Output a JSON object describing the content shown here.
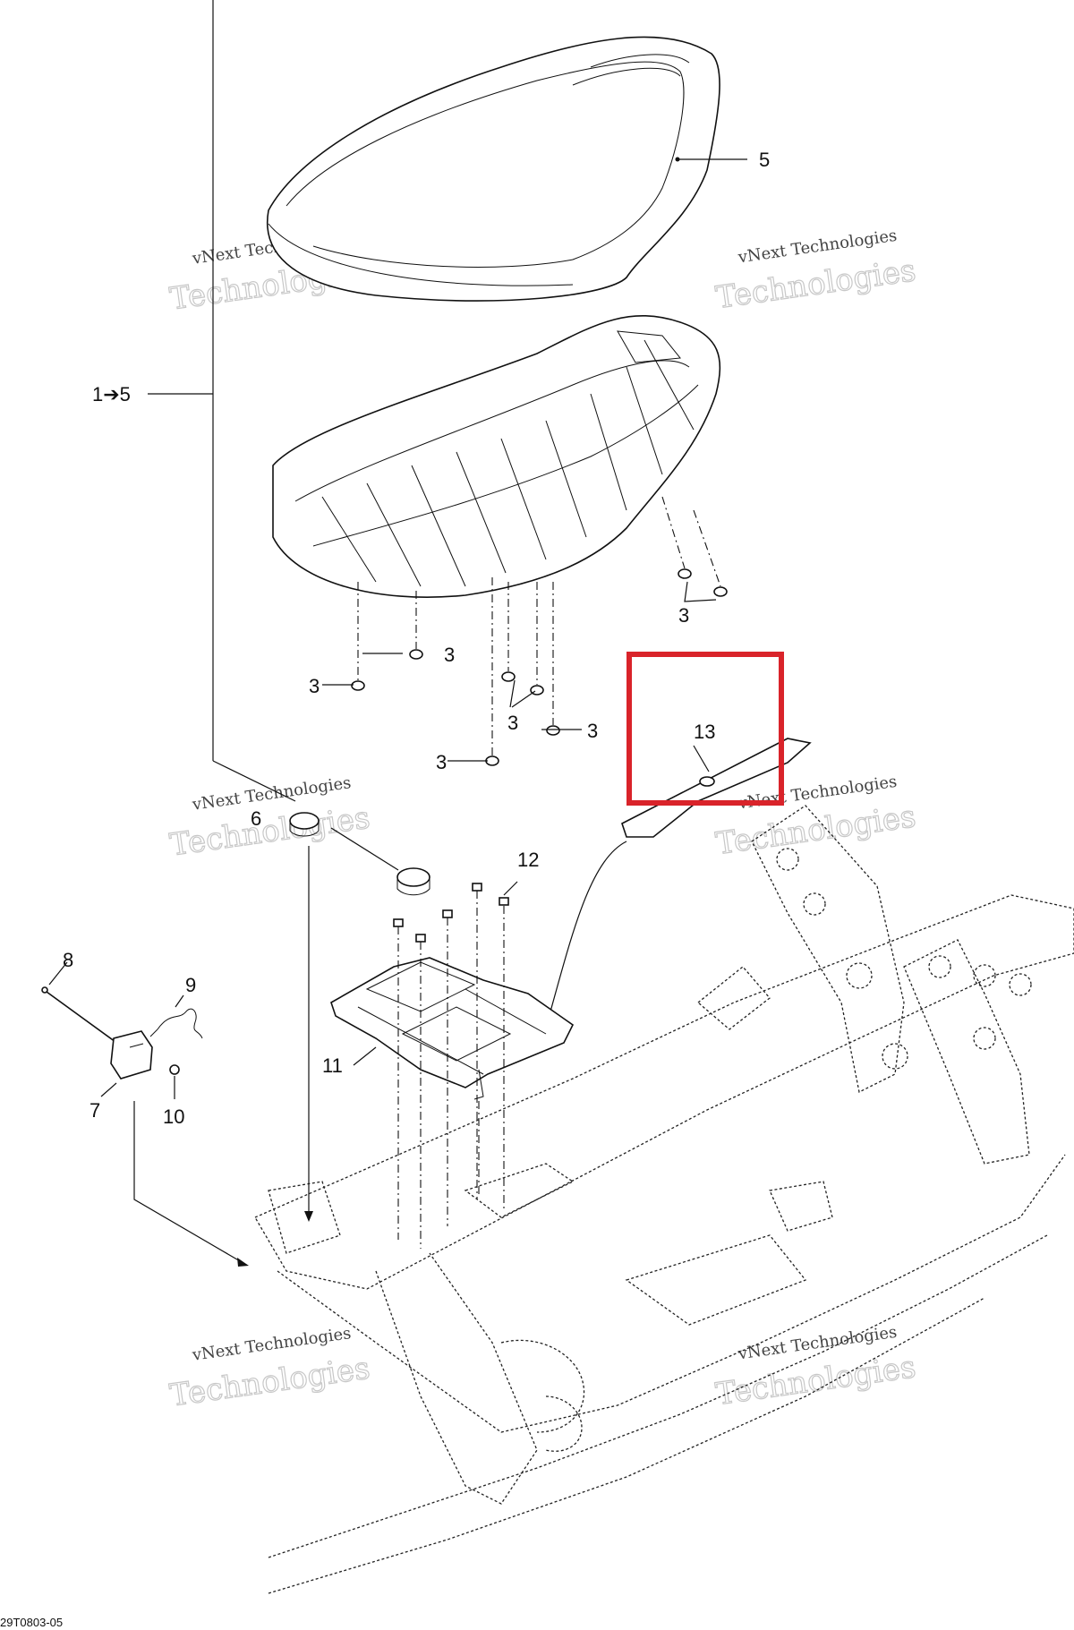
{
  "callouts": {
    "c_1to5": "1➔5",
    "c_3": "3",
    "c_5": "5",
    "c_6": "6",
    "c_7": "7",
    "c_8": "8",
    "c_9": "9",
    "c_10": "10",
    "c_11": "11",
    "c_12": "12",
    "c_13": "13"
  },
  "watermark": {
    "line1": "vNext Technologies",
    "line2": "Technologies"
  },
  "drawing_code": "29T0803-05",
  "colors": {
    "highlight": "#d9232a",
    "lines": "#111111",
    "watermark": "#c8c8c8"
  },
  "icons": {
    "arrow": "➔"
  }
}
